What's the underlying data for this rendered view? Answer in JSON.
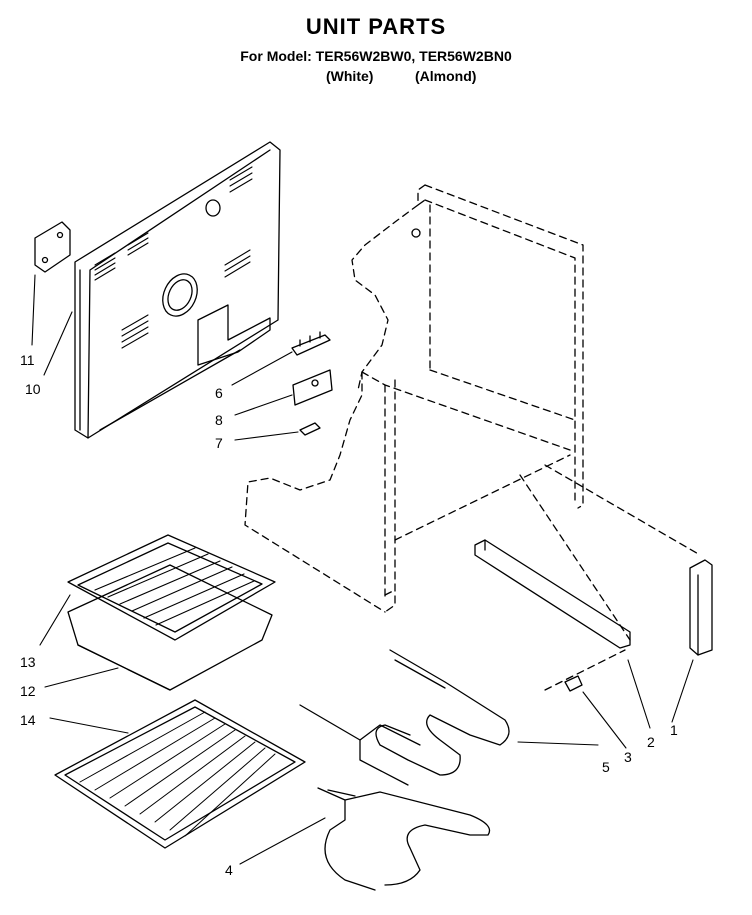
{
  "header": {
    "title": "UNIT PARTS",
    "model_line": "For Model: TER56W2BW0, TER56W2BN0",
    "color_white": "(White)",
    "color_almond": "(Almond)"
  },
  "callouts": [
    {
      "id": "11",
      "label": "11"
    },
    {
      "id": "10",
      "label": "10"
    },
    {
      "id": "6",
      "label": "6"
    },
    {
      "id": "8",
      "label": "8"
    },
    {
      "id": "7",
      "label": "7"
    },
    {
      "id": "13",
      "label": "13"
    },
    {
      "id": "12",
      "label": "12"
    },
    {
      "id": "14",
      "label": "14"
    },
    {
      "id": "4",
      "label": "4"
    },
    {
      "id": "5",
      "label": "5"
    },
    {
      "id": "3",
      "label": "3"
    },
    {
      "id": "2",
      "label": "2"
    },
    {
      "id": "1",
      "label": "1"
    }
  ]
}
